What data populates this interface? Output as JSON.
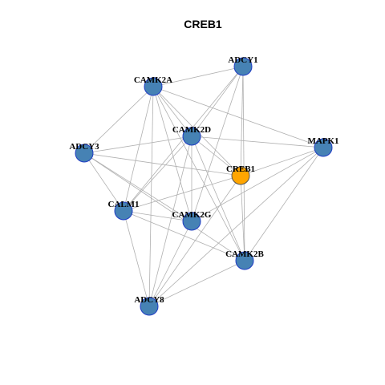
{
  "title": "CREB1",
  "colors": {
    "node_default": "#4682b4",
    "node_focus": "#ffa500",
    "node_border": "#1f3cc4",
    "focus_border": "#555555",
    "edge": "#b0b0b0"
  },
  "network": {
    "focus": "CREB1",
    "nodes": [
      {
        "id": "ADCY1",
        "label": "ADCY1"
      },
      {
        "id": "CAMK2A",
        "label": "CAMK2A"
      },
      {
        "id": "CAMK2D",
        "label": "CAMK2D"
      },
      {
        "id": "ADCY3",
        "label": "ADCY3"
      },
      {
        "id": "MAPK1",
        "label": "MAPK1"
      },
      {
        "id": "CREB1",
        "label": "CREB1"
      },
      {
        "id": "CALM1",
        "label": "CALM1"
      },
      {
        "id": "CAMK2G",
        "label": "CAMK2G"
      },
      {
        "id": "CAMK2B",
        "label": "CAMK2B"
      },
      {
        "id": "ADCY8",
        "label": "ADCY8"
      }
    ],
    "edges": [
      [
        "CAMK2A",
        "ADCY1"
      ],
      [
        "CAMK2A",
        "CAMK2D"
      ],
      [
        "CAMK2A",
        "ADCY3"
      ],
      [
        "CAMK2A",
        "MAPK1"
      ],
      [
        "CAMK2A",
        "CREB1"
      ],
      [
        "CAMK2A",
        "CALM1"
      ],
      [
        "CAMK2A",
        "CAMK2G"
      ],
      [
        "CAMK2A",
        "CAMK2B"
      ],
      [
        "CAMK2A",
        "ADCY8"
      ],
      [
        "ADCY1",
        "CAMK2D"
      ],
      [
        "ADCY1",
        "CREB1"
      ],
      [
        "ADCY1",
        "CALM1"
      ],
      [
        "ADCY1",
        "CAMK2G"
      ],
      [
        "ADCY1",
        "CAMK2B"
      ],
      [
        "CAMK2D",
        "ADCY3"
      ],
      [
        "CAMK2D",
        "MAPK1"
      ],
      [
        "CAMK2D",
        "CREB1"
      ],
      [
        "CAMK2D",
        "CALM1"
      ],
      [
        "CAMK2D",
        "CAMK2G"
      ],
      [
        "CAMK2D",
        "CAMK2B"
      ],
      [
        "CAMK2D",
        "ADCY8"
      ],
      [
        "ADCY3",
        "CREB1"
      ],
      [
        "ADCY3",
        "CALM1"
      ],
      [
        "ADCY3",
        "CAMK2G"
      ],
      [
        "ADCY3",
        "CAMK2B"
      ],
      [
        "MAPK1",
        "CREB1"
      ],
      [
        "MAPK1",
        "CAMK2G"
      ],
      [
        "MAPK1",
        "CAMK2B"
      ],
      [
        "MAPK1",
        "ADCY8"
      ],
      [
        "CREB1",
        "CALM1"
      ],
      [
        "CREB1",
        "CAMK2B"
      ],
      [
        "CREB1",
        "ADCY8"
      ],
      [
        "CALM1",
        "CAMK2G"
      ],
      [
        "CALM1",
        "CAMK2B"
      ],
      [
        "CALM1",
        "ADCY8"
      ],
      [
        "CAMK2G",
        "ADCY8"
      ],
      [
        "CAMK2B",
        "ADCY8"
      ]
    ]
  }
}
